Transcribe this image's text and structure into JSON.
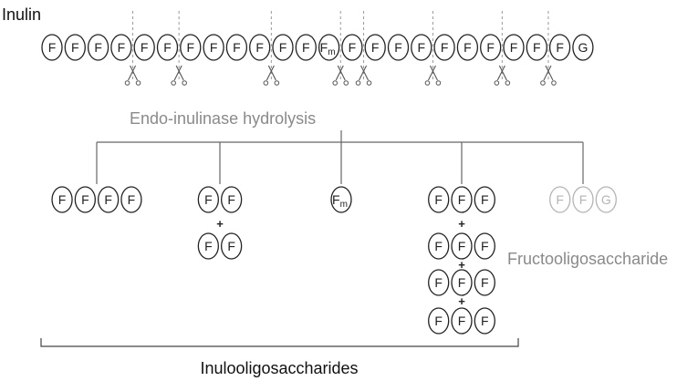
{
  "title": "Inulin",
  "chain_units": [
    "F",
    "F",
    "F",
    "F",
    "F",
    "F",
    "F",
    "F",
    "F",
    "F",
    "F",
    "F",
    "Fm",
    "F",
    "F",
    "F",
    "F",
    "F",
    "F",
    "F",
    "F",
    "F",
    "F",
    "G"
  ],
  "cut_after_indices": [
    3,
    5,
    9,
    12,
    13,
    16,
    19,
    21
  ],
  "hydrolysis_label": "Endo-inulinase hydrolysis",
  "products": [
    {
      "groups": [
        [
          "F",
          "F",
          "F",
          "F"
        ]
      ],
      "muted": false
    },
    {
      "groups": [
        [
          "F",
          "F"
        ],
        [
          "F",
          "F"
        ]
      ],
      "muted": false
    },
    {
      "groups": [
        [
          "Fm"
        ]
      ],
      "muted": false
    },
    {
      "groups": [
        [
          "F",
          "F",
          "F"
        ],
        [
          "F",
          "F",
          "F"
        ],
        [
          "F",
          "F",
          "F"
        ],
        [
          "F",
          "F",
          "F"
        ]
      ],
      "muted": false
    },
    {
      "groups": [
        [
          "F",
          "F",
          "G"
        ]
      ],
      "muted": true
    }
  ],
  "plus_sign": "+",
  "fos_label": "Fructooligosaccharide",
  "ios_label": "Inulooligosaccharides",
  "colors": {
    "ink": "#222222",
    "muted": "#b4b4b4",
    "label_gray": "#8a8a8a",
    "cut_line": "#999999"
  }
}
